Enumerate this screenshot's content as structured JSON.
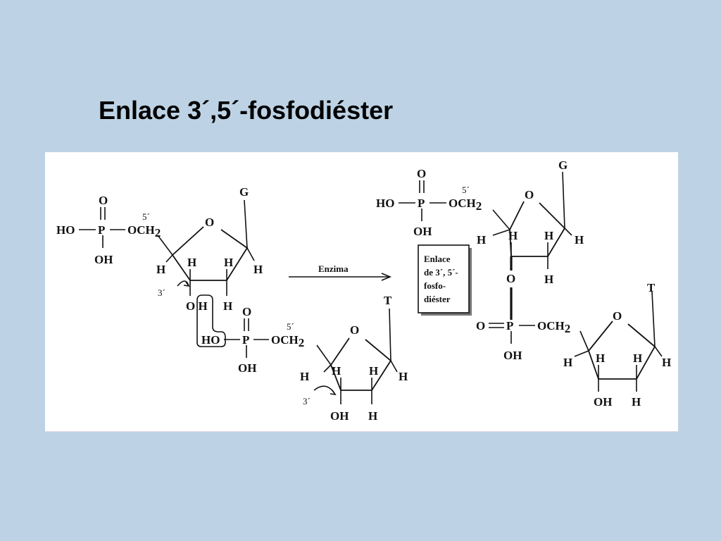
{
  "title": "Enlace 3´,5´-fosfodiéster",
  "reaction": {
    "arrow_label": "Enzima"
  },
  "labels": {
    "HO": "HO",
    "OH": "OH",
    "O": "O",
    "P": "P",
    "H": "H",
    "OCH2": "OCH",
    "sub2": "2",
    "p5": "5´",
    "p3": "3´",
    "base_G": "G",
    "base_T": "T",
    "O_H": "O H"
  },
  "product_box": {
    "line1": "Enlace",
    "line2": "de 3´, 5´-",
    "line3": "fosfo-",
    "line4": "diéster"
  },
  "colors": {
    "background": "#bdd3e5",
    "figure": "#ffffff",
    "ink": "#111111",
    "box_shadow": "#777777"
  }
}
